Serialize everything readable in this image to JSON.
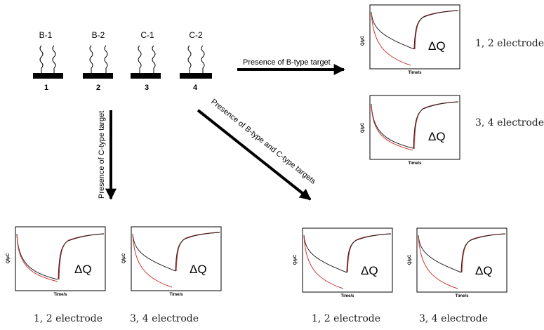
{
  "electrodes": [
    {
      "probe": "B-1",
      "number": "1"
    },
    {
      "probe": "B-2",
      "number": "2"
    },
    {
      "probe": "C-1",
      "number": "3"
    },
    {
      "probe": "C-2",
      "number": "4"
    }
  ],
  "arrows": {
    "b_type": "Presence of B-type target",
    "c_type": "Presence of C-type target",
    "bc_type": "Presence of B-type and C-type targets"
  },
  "plot_labels": {
    "ylabel": "Q/μC",
    "xlabel": "Time/s",
    "delta": "ΔQ"
  },
  "panels": {
    "b_12": {
      "caption": "1, 2  electrode",
      "curves": "split"
    },
    "b_34": {
      "caption": "3, 4  electrode",
      "curves": "overlap"
    },
    "c_12": {
      "caption": "1, 2  electrode",
      "curves": "overlap"
    },
    "c_34": {
      "caption": "3, 4  electrode",
      "curves": "split"
    },
    "bc_12": {
      "caption": "1, 2  electrode",
      "curves": "split"
    },
    "bc_34": {
      "caption": "3, 4  electrode",
      "curves": "split"
    }
  },
  "colors": {
    "curve_black": "#222222",
    "curve_red": "#cc3333"
  }
}
